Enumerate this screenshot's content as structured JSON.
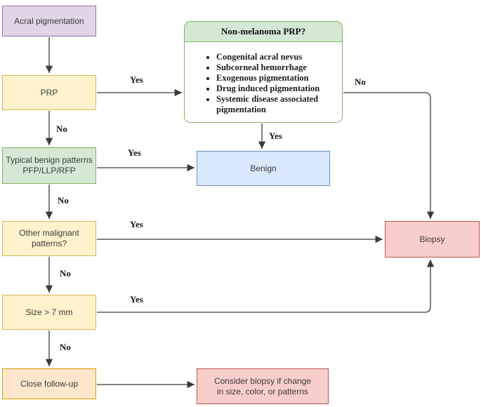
{
  "diagram": {
    "type": "flowchart",
    "topic": "Acral pigmentation diagnostic algorithm",
    "background": "#ffffff",
    "line_color": "#3b3b3b"
  },
  "palette": {
    "purple_fill": "#E1D5E7",
    "purple_border": "#9673A6",
    "yellow_fill": "#FFF2CC",
    "yellow_border": "#D6B656",
    "green_fill": "#D5E8D4",
    "green_border": "#82B366",
    "blue_fill": "#DAE8FC",
    "blue_border": "#6C8EBF",
    "red_fill": "#F8CECC",
    "red_border": "#B85450",
    "orange_fill": "#FFE6CC",
    "orange_border": "#D79B00"
  },
  "nodes": {
    "acral": {
      "label": "Acral pigmentation",
      "color": "purple"
    },
    "prp": {
      "label": "PRP",
      "color": "yellow"
    },
    "typical": {
      "label": "Typical benign patterns\nPFP/LLP/RFP",
      "color": "green"
    },
    "other": {
      "label": "Other malignant\npatterns?",
      "color": "yellow"
    },
    "size": {
      "label": "Size > 7 mm",
      "color": "yellow"
    },
    "close": {
      "label": "Close follow-up",
      "color": "orange"
    },
    "nonmelanoma": {
      "title": "Non-melanoma PRP?",
      "items": [
        "Congenital acral nevus",
        "Subcorneal hemorrhage",
        "Exogenous pigmentation",
        "Drug induced pigmentation",
        "Systemic disease associated pigmentation"
      ],
      "color": "green-header-white-body"
    },
    "benign": {
      "label": "Benign",
      "color": "blue"
    },
    "biopsy": {
      "label": "Biopsy",
      "color": "red"
    },
    "consider": {
      "label": "Consider biopsy if change\nin size, color, or patterns",
      "color": "red"
    }
  },
  "edges": [
    {
      "from": "acral",
      "to": "prp",
      "label": ""
    },
    {
      "from": "prp",
      "to": "nonmelanoma",
      "label": "Yes"
    },
    {
      "from": "prp",
      "to": "typical",
      "label": "No"
    },
    {
      "from": "nonmelanoma",
      "to": "benign",
      "label": "Yes"
    },
    {
      "from": "typical",
      "to": "benign",
      "label": "Yes"
    },
    {
      "from": "nonmelanoma",
      "to": "biopsy",
      "label": "No"
    },
    {
      "from": "typical",
      "to": "other",
      "label": "No"
    },
    {
      "from": "other",
      "to": "biopsy",
      "label": "Yes"
    },
    {
      "from": "other",
      "to": "size",
      "label": "No"
    },
    {
      "from": "size",
      "to": "biopsy",
      "label": "Yes"
    },
    {
      "from": "size",
      "to": "close",
      "label": "No"
    },
    {
      "from": "close",
      "to": "consider",
      "label": ""
    }
  ]
}
